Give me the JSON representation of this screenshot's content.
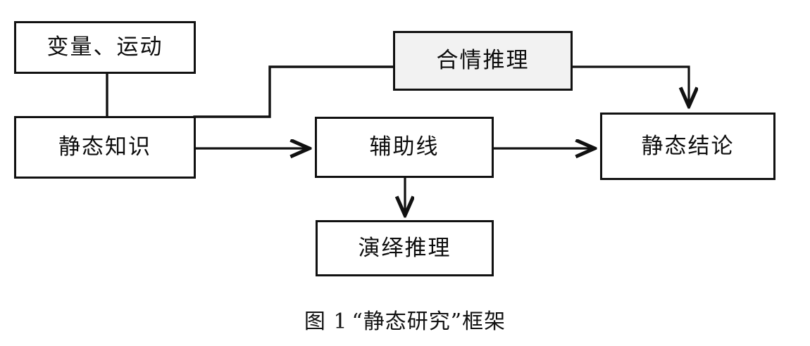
{
  "figure": {
    "caption_prefix": "图 1",
    "caption_title": "“静态研究”框架",
    "background_color": "#ffffff",
    "stroke_color": "#111111",
    "highlight_fill": "#f2f2f2"
  },
  "nodes": [
    {
      "id": "variable-motion",
      "label": "变量、运动",
      "fill": "#ffffff"
    },
    {
      "id": "static-knowledge",
      "label": "静态知识",
      "fill": "#ffffff"
    },
    {
      "id": "plausible-reasoning",
      "label": "合情推理",
      "fill": "#f2f2f2"
    },
    {
      "id": "auxiliary-line",
      "label": "辅助线",
      "fill": "#ffffff"
    },
    {
      "id": "static-conclusion",
      "label": "静态结论",
      "fill": "#ffffff"
    },
    {
      "id": "deductive-reasoning",
      "label": "演绎推理",
      "fill": "#ffffff"
    }
  ],
  "edges": [
    {
      "id": "variable-motion-to-static-knowledge",
      "from": "variable-motion",
      "to": "static-knowledge",
      "arrow": false,
      "style": "straight-vertical"
    },
    {
      "id": "static-knowledge-to-plausible-reasoning",
      "from": "static-knowledge",
      "to": "plausible-reasoning",
      "arrow": false,
      "style": "elbow"
    },
    {
      "id": "static-knowledge-to-auxiliary-line",
      "from": "static-knowledge",
      "to": "auxiliary-line",
      "arrow": true,
      "style": "straight-horizontal"
    },
    {
      "id": "plausible-reasoning-to-static-conclusion",
      "from": "plausible-reasoning",
      "to": "static-conclusion",
      "arrow": true,
      "style": "elbow"
    },
    {
      "id": "auxiliary-line-to-static-conclusion",
      "from": "auxiliary-line",
      "to": "static-conclusion",
      "arrow": true,
      "style": "straight-horizontal"
    },
    {
      "id": "auxiliary-line-to-deductive-reasoning",
      "from": "auxiliary-line",
      "to": "deductive-reasoning",
      "arrow": true,
      "style": "straight-vertical"
    }
  ]
}
